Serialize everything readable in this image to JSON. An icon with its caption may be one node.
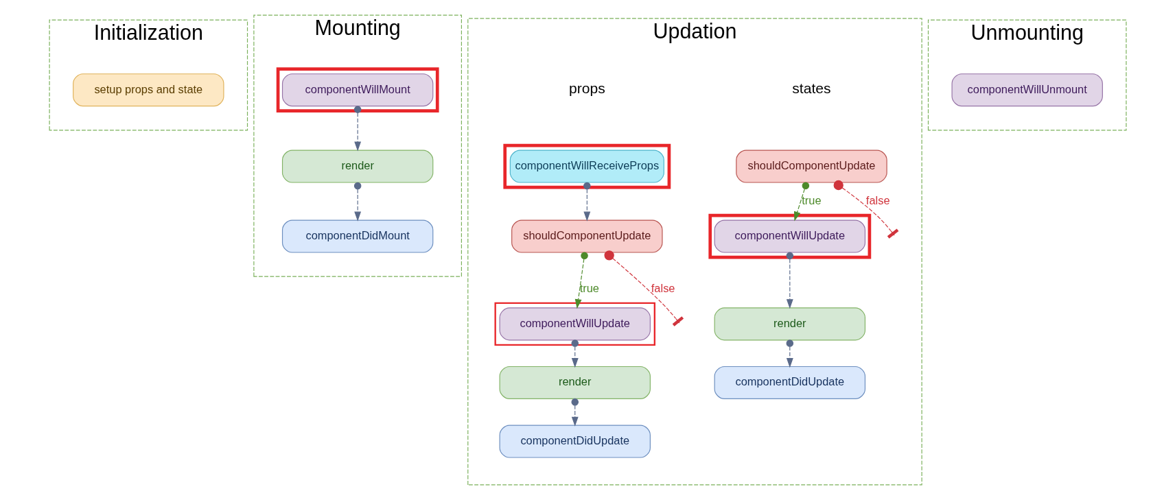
{
  "diagram": {
    "nodes": [
      {
        "text": [
          "Initialization"
        ]
      },
      {
        "text": [
          "setup props and state"
        ],
        "in": 0
      },
      {
        "text": [
          "Mounting"
        ]
      },
      {
        "text": [],
        "shape": "box",
        "in": 2
      },
      {
        "text": [
          "componentWillMount"
        ],
        "in": 3
      },
      {
        "text": [
          "render"
        ],
        "in": 2
      },
      {
        "text": [
          "componentDidMount"
        ],
        "in": 2
      },
      {
        "text": [
          "Updation"
        ]
      },
      {
        "text": [],
        "shape": "box",
        "in": 7
      },
      {
        "text": [
          "componentWillReceiveProps"
        ],
        "in": 8
      },
      {
        "text": [
          "shouldComponentUpdate"
        ],
        "in": 7
      },
      {
        "text": [],
        "shape": "box",
        "in": 7
      },
      {
        "text": [
          "componentWillUpdate"
        ],
        "in": 11
      },
      {
        "text": [
          "render"
        ],
        "in": 7
      },
      {
        "text": [
          "componentDidUpdate"
        ],
        "in": 7
      },
      {
        "text": [
          "shouldComponentUpdate"
        ],
        "in": 7
      },
      {
        "text": [],
        "shape": "box",
        "in": 7
      },
      {
        "text": [
          "componentWillUpdate"
        ],
        "in": 16
      },
      {
        "text": [
          "render"
        ],
        "in": 7
      },
      {
        "text": [
          "componentDidUpdate"
        ],
        "in": 7
      },
      {
        "text": [
          "Unmounting"
        ]
      },
      {
        "text": [
          "componentWillUnmount"
        ],
        "in": 20
      }
    ],
    "edges": [
      {
        "from": 4,
        "to": 5,
        "arrow": "to",
        "style": "dashed"
      },
      {
        "from": 5,
        "to": 6,
        "arrow": "to",
        "style": "dashed"
      },
      {
        "from": 9,
        "to": 10,
        "arrow": "to",
        "style": "dashed"
      },
      {
        "from": 10,
        "to": 12,
        "arrow": "to",
        "style": "dashed",
        "label": "true",
        "color": "#4d8a2a"
      },
      {
        "from": 10,
        "to": null,
        "arrow": "other",
        "style": "dashed",
        "label": "false",
        "color": "#d0343c"
      },
      {
        "from": 12,
        "to": 13,
        "arrow": "to",
        "style": "dashed"
      },
      {
        "from": 13,
        "to": 14,
        "arrow": "to",
        "style": "dashed"
      },
      {
        "from": 15,
        "to": 17,
        "arrow": "to",
        "style": "dashed",
        "label": "true",
        "color": "#4d8a2a"
      },
      {
        "from": 15,
        "to": null,
        "arrow": "other",
        "style": "dashed",
        "label": "false",
        "color": "#d0343c"
      },
      {
        "from": 17,
        "to": 18,
        "arrow": "to",
        "style": "dashed"
      },
      {
        "from": 18,
        "to": 19,
        "arrow": "to",
        "style": "dashed"
      }
    ],
    "labels": [
      "props",
      "states"
    ]
  }
}
